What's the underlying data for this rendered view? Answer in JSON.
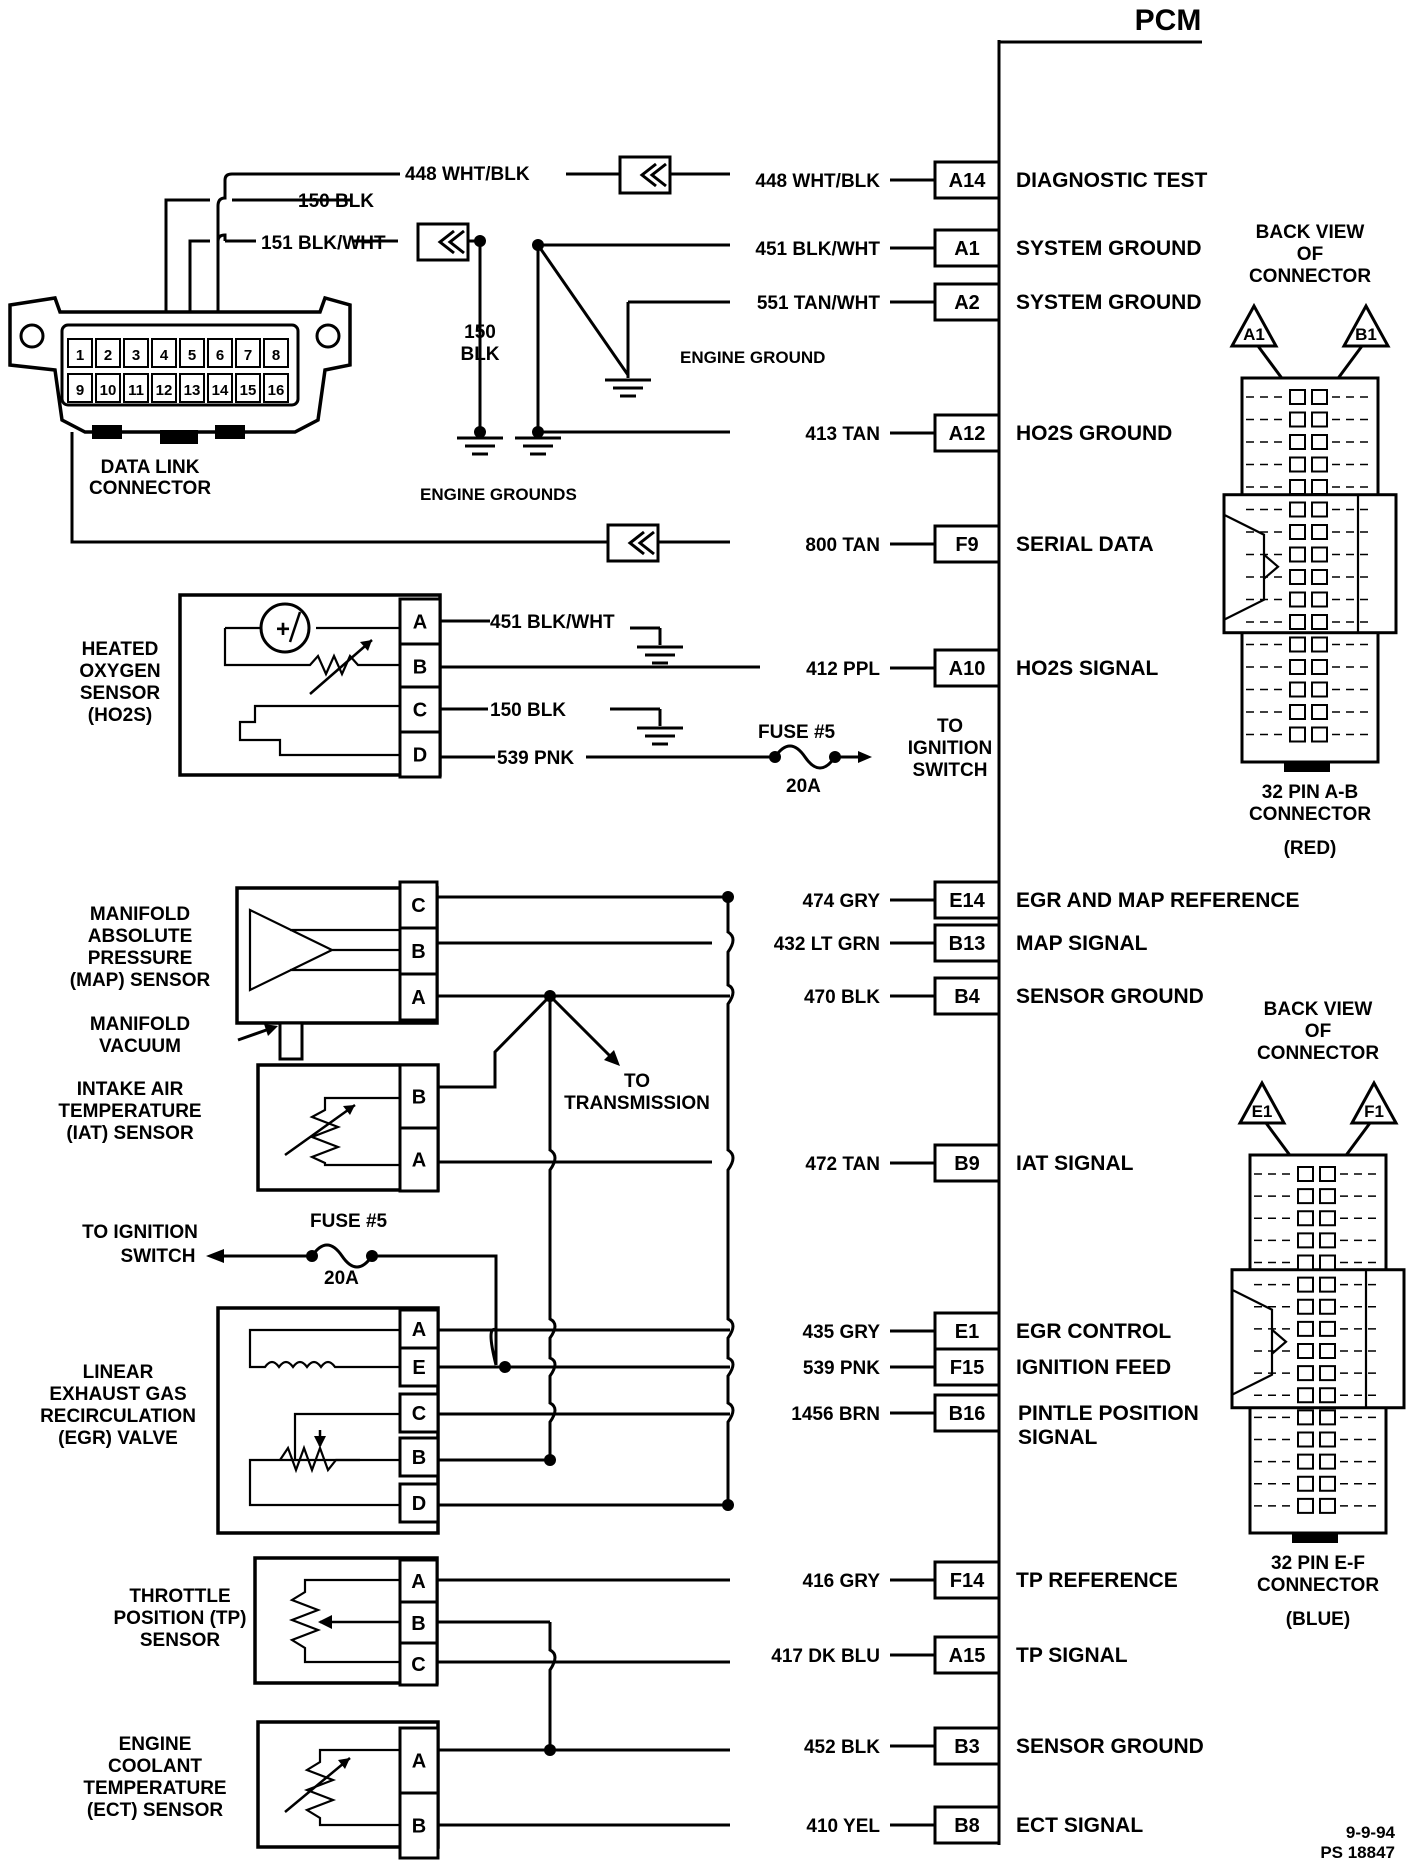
{
  "pcm": {
    "title": "PCM"
  },
  "dlc": {
    "label": [
      "DATA LINK",
      "CONNECTOR"
    ],
    "pins_top": [
      "1",
      "2",
      "3",
      "4",
      "5",
      "6",
      "7",
      "8"
    ],
    "pins_bottom": [
      "9",
      "10",
      "11",
      "12",
      "13",
      "14",
      "15",
      "16"
    ],
    "wire_448": "448 WHT/BLK",
    "wire_150": "150 BLK",
    "wire_151": "151 BLK/WHT"
  },
  "pcm_pins": [
    {
      "wire": "448 WHT/BLK",
      "pin": "A14",
      "circuit": "DIAGNOSTIC TEST"
    },
    {
      "wire": "451 BLK/WHT",
      "pin": "A1",
      "circuit": "SYSTEM GROUND"
    },
    {
      "wire": "551 TAN/WHT",
      "pin": "A2",
      "circuit": "SYSTEM GROUND"
    },
    {
      "wire": "413 TAN",
      "pin": "A12",
      "circuit": "HO2S GROUND"
    },
    {
      "wire": "800 TAN",
      "pin": "F9",
      "circuit": "SERIAL DATA"
    },
    {
      "wire": "412 PPL",
      "pin": "A10",
      "circuit": "HO2S SIGNAL"
    },
    {
      "wire": "474 GRY",
      "pin": "E14",
      "circuit": "EGR AND MAP REFERENCE"
    },
    {
      "wire": "432 LT GRN",
      "pin": "B13",
      "circuit": "MAP SIGNAL"
    },
    {
      "wire": "470 BLK",
      "pin": "B4",
      "circuit": "SENSOR GROUND"
    },
    {
      "wire": "472  TAN",
      "pin": "B9",
      "circuit": "IAT SIGNAL"
    },
    {
      "wire": "435 GRY",
      "pin": "E1",
      "circuit": "EGR CONTROL"
    },
    {
      "wire": "539 PNK",
      "pin": "F15",
      "circuit": "IGNITION FEED"
    },
    {
      "wire": "1456 BRN",
      "pin": "B16",
      "circuit": [
        "PINTLE POSITION",
        "SIGNAL"
      ]
    },
    {
      "wire": "416 GRY",
      "pin": "F14",
      "circuit": "TP REFERENCE"
    },
    {
      "wire": "417 DK BLU",
      "pin": "A15",
      "circuit": "TP SIGNAL"
    },
    {
      "wire": "452  BLK",
      "pin": "B3",
      "circuit": "SENSOR GROUND"
    },
    {
      "wire": "410  YEL",
      "pin": "B8",
      "circuit": "ECT SIGNAL"
    }
  ],
  "grounds": {
    "engine_ground": "ENGINE GROUND",
    "engine_grounds": "ENGINE GROUNDS",
    "wire_150": [
      "150",
      "BLK"
    ]
  },
  "ho2s": {
    "label": [
      "HEATED",
      "OXYGEN",
      "SENSOR",
      "(HO2S)"
    ],
    "pins": [
      "A",
      "B",
      "C",
      "D"
    ],
    "wire_a": "451 BLK/WHT",
    "wire_c": "150 BLK",
    "wire_d": "539 PNK",
    "fuse": "FUSE #5",
    "fuse_rating": "20A",
    "to": [
      "TO",
      "IGNITION",
      "SWITCH"
    ]
  },
  "map": {
    "label": [
      "MANIFOLD",
      "ABSOLUTE",
      "PRESSURE",
      "(MAP) SENSOR"
    ],
    "pins": [
      "C",
      "B",
      "A"
    ],
    "vacuum": [
      "MANIFOLD",
      "VACUUM"
    ]
  },
  "iat": {
    "label": [
      "INTAKE AIR",
      "TEMPERATURE",
      "(IAT) SENSOR"
    ],
    "pins": [
      "B",
      "A"
    ],
    "to": [
      "TO",
      "TRANSMISSION"
    ]
  },
  "egr": {
    "label": [
      "LINEAR",
      "EXHAUST GAS",
      "RECIRCULATION",
      "(EGR) VALVE"
    ],
    "pins": [
      "A",
      "E",
      "C",
      "B",
      "D"
    ],
    "to": [
      "TO IGNITION",
      "SWITCH"
    ],
    "fuse": "FUSE #5",
    "fuse_rating": "20A"
  },
  "tp": {
    "label": [
      "THROTTLE",
      "POSITION (TP)",
      "SENSOR"
    ],
    "pins": [
      "A",
      "B",
      "C"
    ]
  },
  "ect": {
    "label": [
      "ENGINE",
      "COOLANT",
      "TEMPERATURE",
      "(ECT) SENSOR"
    ],
    "pins": [
      "A",
      "B"
    ]
  },
  "connector_ab": {
    "header": [
      "BACK VIEW",
      "OF",
      "CONNECTOR"
    ],
    "pins": [
      "A1",
      "B1"
    ],
    "footer": [
      "32  PIN A-B",
      "CONNECTOR",
      "(RED)"
    ]
  },
  "connector_ef": {
    "header": [
      "BACK VIEW",
      "OF",
      "CONNECTOR"
    ],
    "pins": [
      "E1",
      "F1"
    ],
    "footer": [
      "32  PIN E-F",
      "CONNECTOR",
      "(BLUE)"
    ]
  },
  "footer": {
    "date": "9-9-94",
    "ref": "PS 18847"
  }
}
